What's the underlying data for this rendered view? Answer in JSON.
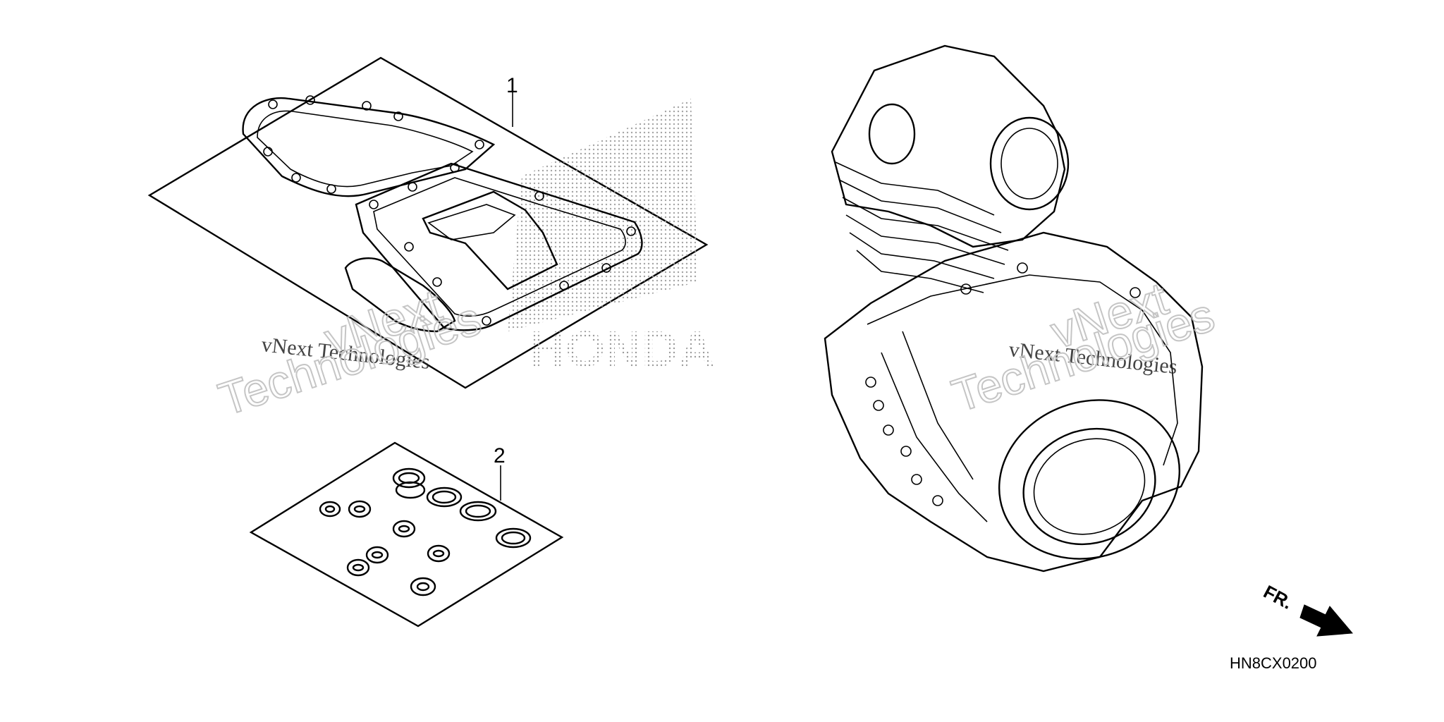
{
  "callouts": {
    "part1": "1",
    "part2": "2"
  },
  "diagram_code": "HN8CX0200",
  "direction_label": "FR.",
  "watermark": {
    "line1": "vNext Technologies",
    "line2_top": "vNext",
    "line2_bottom": "Technologies"
  },
  "brand_logo_text": "HONDA",
  "colors": {
    "ink": "#000000",
    "halftone": "#9a9a9a",
    "watermark": "#bbbbbb"
  }
}
